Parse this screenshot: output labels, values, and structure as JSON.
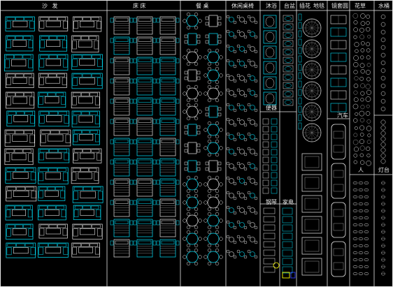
{
  "colors": {
    "background": "#000000",
    "block_cyan": "#00e5ff",
    "block_white": "#e8e8e8",
    "block_gray": "#9a9a9a",
    "accent_yellow": "#ffff00",
    "accent_blue": "#3040ff"
  },
  "categories": [
    {
      "key": "sofa",
      "label": "沙  发"
    },
    {
      "key": "bed",
      "label": "床  床"
    },
    {
      "key": "dining",
      "label": "餐  桌"
    },
    {
      "key": "leisure",
      "label": "休闲桌椅"
    },
    {
      "key": "bath",
      "label": "沐浴"
    },
    {
      "key": "toilet",
      "label": "台盆"
    },
    {
      "key": "flower",
      "label": "插花"
    },
    {
      "key": "carpet",
      "label": "地毯"
    },
    {
      "key": "wardrobe",
      "label": "镜套圆"
    },
    {
      "key": "plants",
      "label": "花草"
    },
    {
      "key": "water",
      "label": "水桶"
    },
    {
      "key": "urinal",
      "label": "便器"
    },
    {
      "key": "car",
      "label": "汽车"
    },
    {
      "key": "person",
      "label": "人"
    },
    {
      "key": "lamp",
      "label": "灯台"
    },
    {
      "key": "piano",
      "label": "钢琴"
    },
    {
      "key": "appliance",
      "label": "家电"
    }
  ]
}
